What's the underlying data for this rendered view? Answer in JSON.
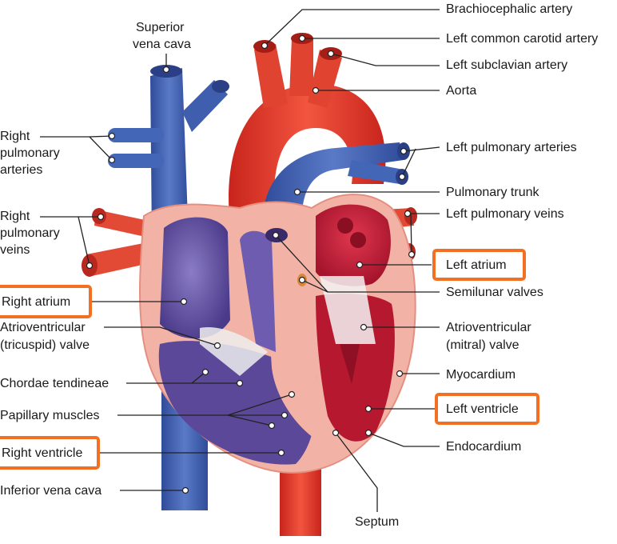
{
  "labels": {
    "superior_vena_cava_1": "Superior",
    "superior_vena_cava_2": "vena cava",
    "brachiocephalic": "Brachiocephalic artery",
    "left_common_carotid": "Left common carotid artery",
    "left_subclavian": "Left subclavian artery",
    "aorta": "Aorta",
    "left_pulmonary_arteries": "Left pulmonary arteries",
    "pulmonary_trunk": "Pulmonary trunk",
    "left_pulmonary_veins": "Left pulmonary veins",
    "left_atrium": "Left atrium",
    "semilunar_valves": "Semilunar valves",
    "av_mitral_1": "Atrioventricular",
    "av_mitral_2": "(mitral) valve",
    "myocardium": "Myocardium",
    "left_ventricle": "Left ventricle",
    "endocardium": "Endocardium",
    "septum": "Septum",
    "right_pulm_arteries_1": "Right",
    "right_pulm_arteries_2": "pulmonary",
    "right_pulm_arteries_3": "arteries",
    "right_pulm_veins_1": "Right",
    "right_pulm_veins_2": "pulmonary",
    "right_pulm_veins_3": "veins",
    "right_atrium": "Right atrium",
    "av_tricuspid_1": "Atrioventricular",
    "av_tricuspid_2": "(tricuspid) valve",
    "chordae": "Chordae tendineae",
    "papillary": "Papillary muscles",
    "right_ventricle": "Right ventricle",
    "inferior_vena_cava": "Inferior vena cava"
  },
  "highlight_color": "#f36f21",
  "colors": {
    "artery": "#e63b2e",
    "vein": "#3f5fae",
    "myocardium": "#f2b3a6",
    "right_chamber": "#6a58a8",
    "left_chamber": "#c0213a"
  }
}
